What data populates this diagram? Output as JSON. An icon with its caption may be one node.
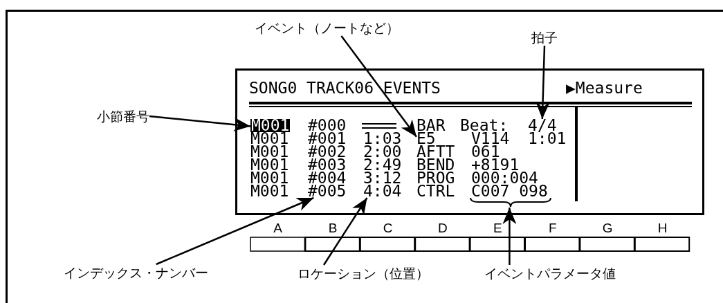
{
  "diagram": {
    "nodes": [
      {
        "text": [
          "イベント（ノートなど）"
        ]
      },
      {
        "text": [
          "拍子"
        ]
      },
      {
        "text": [
          "SONG0 TRACK06 EVENTS",
          "▶Measure"
        ]
      },
      {
        "text": [
          "小節番号"
        ]
      },
      {
        "text": [
          "M001"
        ],
        "in": 2
      },
      {
        "text": [
          "4/4"
        ],
        "in": 2
      },
      {
        "text": [
          "E5"
        ],
        "in": 2
      },
      {
        "text": [
          "#005"
        ],
        "in": 2
      },
      {
        "text": [
          "4:04"
        ],
        "in": 2
      },
      {
        "text": [
          "C007 098"
        ],
        "in": 2
      },
      {
        "text": [
          "インデックス・ナンバー"
        ]
      },
      {
        "text": [
          "ロケーション（位置）"
        ]
      },
      {
        "text": [
          "イベントパラメータ値"
        ]
      }
    ],
    "edges": [
      {
        "from": 3,
        "to": 4,
        "arrow": "to"
      },
      {
        "from": 0,
        "to": 6,
        "arrow": "to"
      },
      {
        "from": 1,
        "to": 5,
        "arrow": "to"
      },
      {
        "from": 10,
        "to": 7,
        "arrow": "to"
      },
      {
        "from": 11,
        "to": 8,
        "arrow": "to"
      },
      {
        "from": 12,
        "to": 9,
        "arrow": "to"
      }
    ],
    "labels": [
      "#000",
      "BAR",
      "Beat:",
      "M001",
      "#001",
      "1:03",
      "V114",
      "1:01",
      "M001",
      "#002",
      "2:00",
      "AFTT",
      "061",
      "M001",
      "#003",
      "2:49",
      "BEND",
      "+8191",
      "M001",
      "#004",
      "3:12",
      "PROG",
      "000:004",
      "M001",
      "CTRL",
      "A",
      "B",
      "C",
      "D",
      "E",
      "F",
      "G",
      "H"
    ]
  }
}
